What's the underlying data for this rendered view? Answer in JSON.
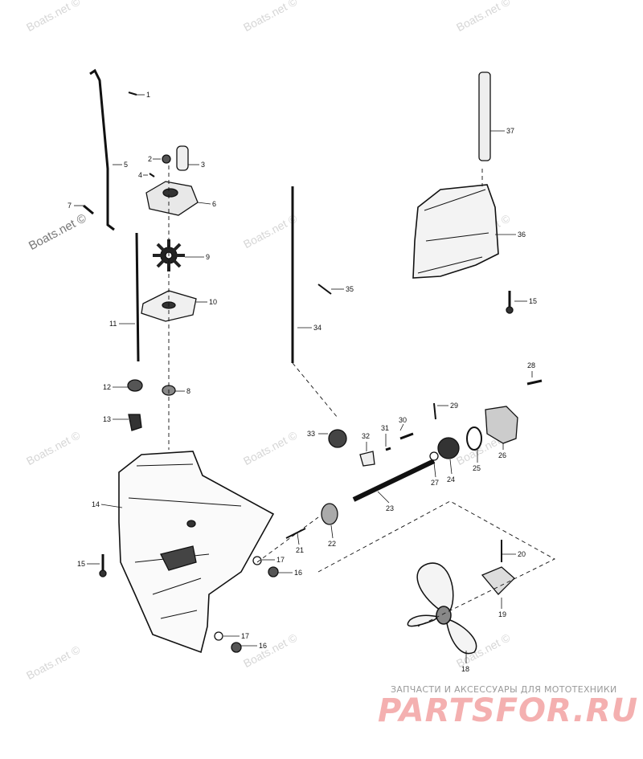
{
  "watermark": "Boats.net ©",
  "watermark_strong": "Boats.net ©",
  "footer": {
    "caption": "ЗАПЧАСТИ И АКСЕССУАРЫ ДЛЯ МОТОТЕХНИКИ",
    "logo": "PARTSFOR.RU",
    "logo_color": "#f4b0b0"
  },
  "callouts": [
    "1",
    "2",
    "3",
    "4",
    "5",
    "6",
    "7",
    "8",
    "9",
    "10",
    "11",
    "12",
    "13",
    "14",
    "15",
    "15",
    "16",
    "16",
    "17",
    "17",
    "18",
    "19",
    "20",
    "21",
    "22",
    "23",
    "24",
    "25",
    "26",
    "27",
    "28",
    "29",
    "30",
    "31",
    "32",
    "33",
    "34",
    "35",
    "36",
    "37"
  ]
}
